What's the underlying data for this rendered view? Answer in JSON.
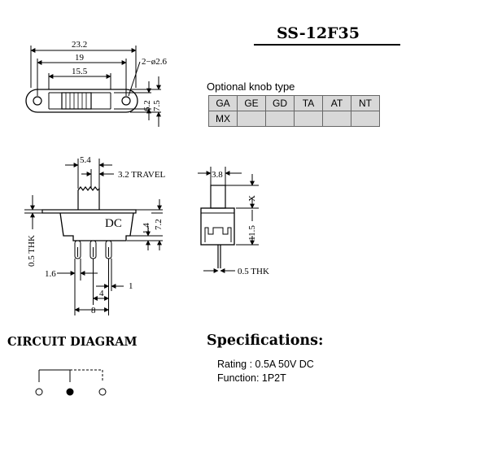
{
  "title": "SS-12F35",
  "knob_table": {
    "caption": "Optional knob type",
    "row1": [
      "GA",
      "GE",
      "GD",
      "TA",
      "AT",
      "NT"
    ],
    "row2": [
      "MX",
      "",
      "",
      "",
      "",
      ""
    ]
  },
  "dimensions": {
    "top_overall": "23.2",
    "top_hole_spacing": "19",
    "top_inner": "15.5",
    "top_holes": "2−ø2.6",
    "top_inner_height": "6.2",
    "top_outer_height": "7.5",
    "side_knob_width": "5.4",
    "side_travel": "3.2 TRAVEL",
    "side_body_label": "DC",
    "side_h1": "1.4",
    "side_h2": "7.2",
    "side_thk": "0.5 THK",
    "side_pin_w": "1.6",
    "side_pin_offset": "1",
    "side_pin_pitch": "4",
    "side_pin_span": "8",
    "end_knob": "3.8",
    "end_x": "X",
    "end_height": "11.5",
    "end_thk": "0.5 THK"
  },
  "circuit": {
    "title": "CIRCUIT DIAGRAM"
  },
  "specs": {
    "title": "Specifications:",
    "rating": "Rating : 0.5A 50V DC",
    "function": "Function: 1P2T"
  }
}
